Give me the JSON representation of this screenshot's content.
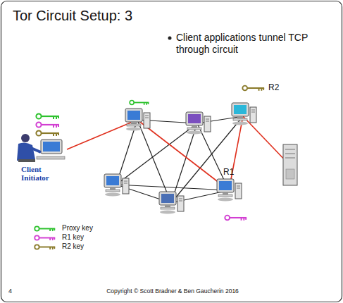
{
  "diagram": {
    "title": "Tor Circuit Setup: 3",
    "labels": [
      "Client applications tunnel TCP through circuit",
      "R2",
      "R1",
      "Client Initiator",
      "4",
      "Copyright © Scott Bradner & Ben Gaucherin 2016"
    ],
    "legend": [
      {
        "text": "Proxy key"
      },
      {
        "text": "R1 key"
      },
      {
        "text": "R2 key"
      }
    ]
  }
}
